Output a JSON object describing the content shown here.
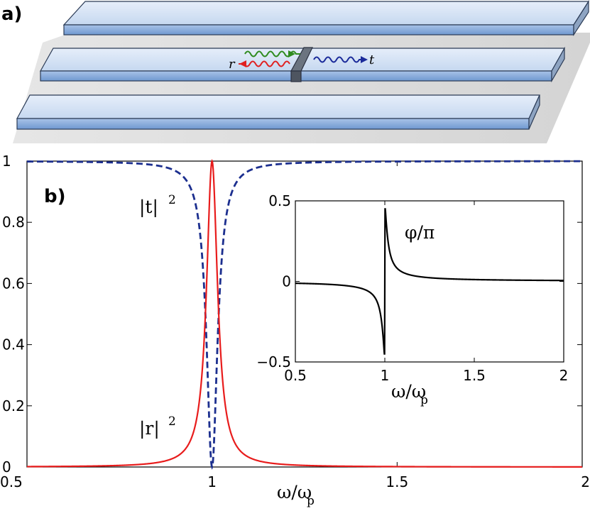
{
  "panel_a": {
    "label": "a)",
    "wave_labels": {
      "reflected": "r",
      "transmitted": "t"
    },
    "colors": {
      "incident": "#2e8b1e",
      "reflected": "#e02020",
      "transmitted": "#1a2a9a",
      "slab_top": "#dce8f7",
      "slab_side": "#7fa6d8",
      "scatterer": "#6b7480"
    }
  },
  "chart_data": [
    {
      "type": "line",
      "panel_label": "b)",
      "xlabel": "ω/ω",
      "xlabel_sub": "p",
      "xlim": [
        0.5,
        2
      ],
      "ylim": [
        0,
        1
      ],
      "xticks": [
        "0.5",
        "1",
        "1.5",
        "2"
      ],
      "yticks": [
        "0",
        "0.2",
        "0.4",
        "0.6",
        "0.8",
        "1"
      ],
      "resonance": {
        "center": 1.0,
        "half_width": 0.018
      },
      "series": [
        {
          "name": "|t|",
          "superscript": "2",
          "style": "dashed",
          "color": "#1c2f8f",
          "x": [
            0.5,
            0.8,
            0.9,
            0.95,
            0.98,
            1.0,
            1.02,
            1.05,
            1.1,
            1.2,
            1.5,
            2.0
          ],
          "y": [
            0.999,
            0.992,
            0.969,
            0.885,
            0.553,
            0.0,
            0.553,
            0.885,
            0.969,
            0.992,
            0.999,
            1.0
          ]
        },
        {
          "name": "|r|",
          "superscript": "2",
          "style": "solid",
          "color": "#e81c1c",
          "x": [
            0.5,
            0.8,
            0.9,
            0.95,
            0.98,
            1.0,
            1.02,
            1.05,
            1.1,
            1.2,
            1.5,
            2.0
          ],
          "y": [
            0.001,
            0.008,
            0.031,
            0.115,
            0.447,
            1.0,
            0.447,
            0.115,
            0.031,
            0.008,
            0.001,
            0.0
          ]
        }
      ]
    },
    {
      "type": "line",
      "inset": true,
      "xlabel": "ω/ω",
      "xlabel_sub": "p",
      "xlim": [
        0.5,
        2
      ],
      "ylim": [
        -0.5,
        0.5
      ],
      "xticks": [
        "0.5",
        "1",
        "1.5",
        "2"
      ],
      "yticks": [
        "0.5",
        "0",
        "−0.5"
      ],
      "series": [
        {
          "name": "φ/π",
          "color": "#000000",
          "x": [
            0.5,
            0.8,
            0.9,
            0.95,
            0.98,
            0.999,
            1.001,
            1.02,
            1.05,
            1.1,
            1.2,
            1.5,
            2.0
          ],
          "y": [
            -0.011,
            -0.029,
            -0.057,
            -0.11,
            -0.25,
            -0.45,
            0.45,
            0.25,
            0.11,
            0.057,
            0.029,
            0.011,
            0.006
          ]
        }
      ]
    }
  ]
}
